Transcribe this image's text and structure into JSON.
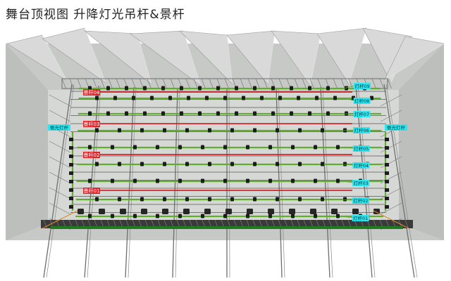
{
  "title": "舞台顶视图  升降灯光吊杆&景杆",
  "colors": {
    "light_bar": "#5fae2e",
    "scenery_bar": "#d4262b",
    "label_red": "#e0242a",
    "label_cyan": "#2ee6f0",
    "structure": "#6e6e6e",
    "canopy": "#d9d9d9",
    "wall": "#c7c9c6"
  },
  "light_bars": [
    {
      "id": "light-09",
      "label": "灯杆09"
    },
    {
      "id": "light-08",
      "label": "灯杆08"
    },
    {
      "id": "light-07",
      "label": "灯杆07"
    },
    {
      "id": "light-06",
      "label": "灯杆06"
    },
    {
      "id": "light-05",
      "label": "灯杆05"
    },
    {
      "id": "light-04",
      "label": "灯杆04"
    },
    {
      "id": "light-03",
      "label": "灯杆03"
    },
    {
      "id": "light-02",
      "label": "灯杆02"
    },
    {
      "id": "light-01",
      "label": "灯杆01"
    }
  ],
  "scenery_bars": [
    {
      "id": "scenery-04",
      "label": "景杆04"
    },
    {
      "id": "scenery-03",
      "label": "景杆03"
    },
    {
      "id": "scenery-02",
      "label": "景杆02"
    },
    {
      "id": "scenery-01",
      "label": "景杆01"
    }
  ],
  "side_bars": [
    {
      "id": "side-left",
      "label": "侧光灯杆"
    },
    {
      "id": "side-right",
      "label": "侧光灯杆"
    }
  ]
}
